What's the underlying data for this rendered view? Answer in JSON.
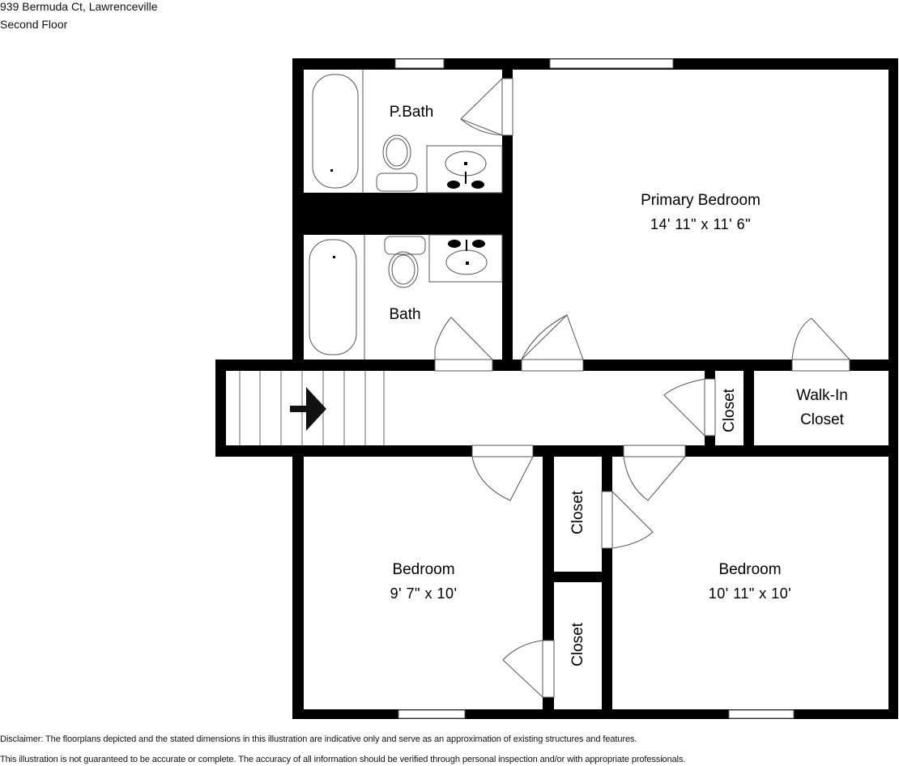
{
  "header": {
    "address": "939 Bermuda Ct, Lawrenceville",
    "floor": "Second Floor"
  },
  "rooms": [
    {
      "id": "pbath",
      "name": "P.Bath",
      "dimensions": ""
    },
    {
      "id": "primary-bedroom",
      "name": "Primary Bedroom",
      "dimensions": "14' 11\" x 11' 6\""
    },
    {
      "id": "bath",
      "name": "Bath",
      "dimensions": ""
    },
    {
      "id": "hall-closet",
      "name": "Closet",
      "dimensions": ""
    },
    {
      "id": "walk-in-closet",
      "name": "Walk-In Closet",
      "line1": "Walk-In",
      "line2": "Closet",
      "dimensions": ""
    },
    {
      "id": "bedroom-left",
      "name": "Bedroom",
      "dimensions": "9' 7\" x 10'"
    },
    {
      "id": "closet-upper",
      "name": "Closet",
      "dimensions": ""
    },
    {
      "id": "closet-lower",
      "name": "Closet",
      "dimensions": ""
    },
    {
      "id": "bedroom-right",
      "name": "Bedroom",
      "dimensions": "10' 11\" x 10'"
    }
  ],
  "stairs": {
    "direction": "right",
    "steps": 8
  },
  "disclaimer": {
    "line1": "Disclaimer: The floorplans depicted and the stated dimensions in this illustration are indicative only and serve as an approximation of existing structures and features.",
    "line2": "This illustration is not guaranteed to be accurate or complete. The accuracy of all information should be verified through personal inspection and/or with appropriate professionals."
  },
  "colors": {
    "wall": "#000000",
    "background": "#ffffff",
    "fixture_stroke": "#555555"
  }
}
